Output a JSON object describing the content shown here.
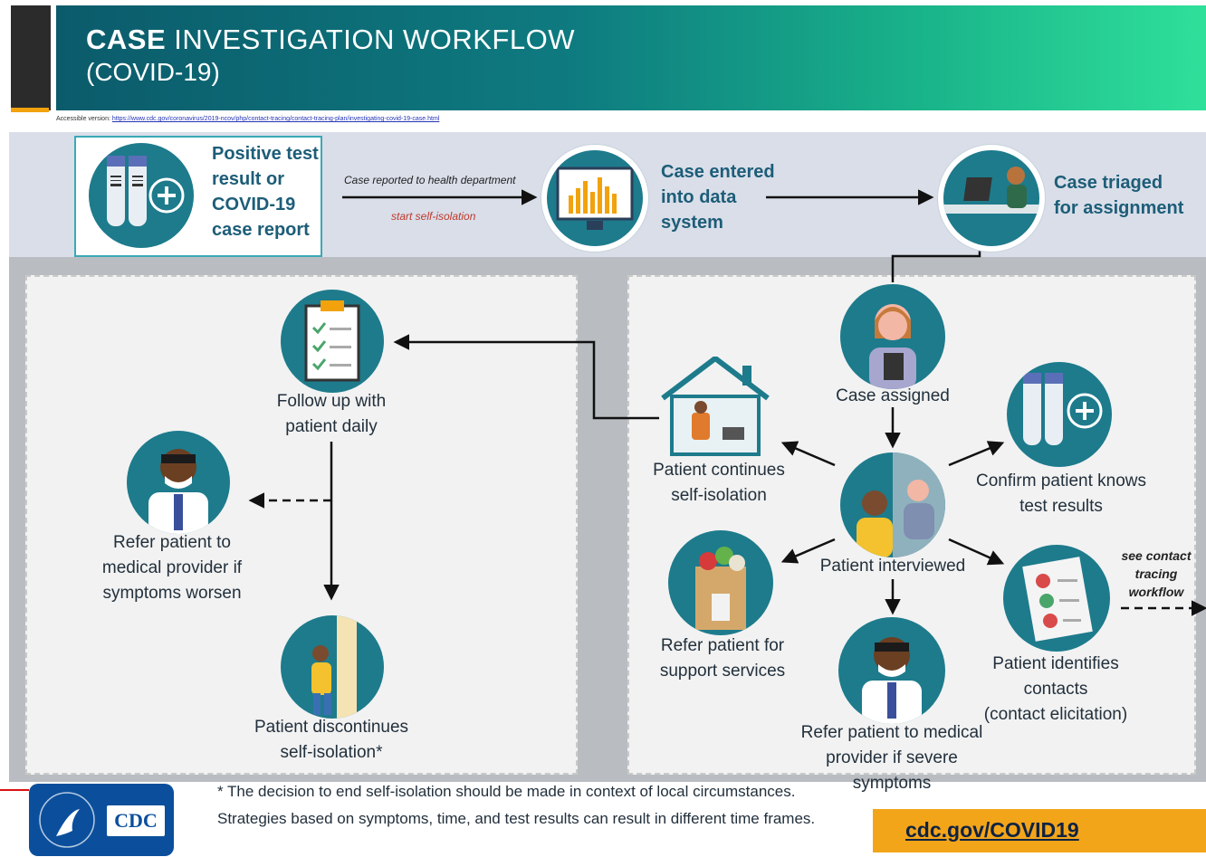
{
  "header": {
    "title_bold": "CASE",
    "title_rest": " INVESTIGATION WORKFLOW",
    "subtitle": "(COVID-19)",
    "accessible_label": "Accessible version:",
    "accessible_url": "https://www.cdc.gov/coronavirus/2019-ncov/php/contact-tracing/contact-tracing-plan/investigating-covid-19-case.html"
  },
  "top_row": {
    "start": [
      "Positive test",
      "result or",
      "COVID-19",
      "case report"
    ],
    "arrow1_top": "Case reported to health department",
    "arrow1_bottom": "start self-isolation",
    "entered": [
      "Case entered",
      "into data",
      "system"
    ],
    "triaged": [
      "Case triaged",
      "for assignment"
    ]
  },
  "nodes": {
    "follow_up": [
      "Follow up with",
      "patient daily"
    ],
    "refer_worsen": [
      "Refer patient to",
      "medical provider if",
      "symptoms worsen"
    ],
    "discontinue": [
      "Patient discontinues",
      "self-isolation*"
    ],
    "case_assigned": "Case assigned",
    "continues": [
      "Patient continues",
      "self-isolation"
    ],
    "interviewed": "Patient interviewed",
    "confirm": [
      "Confirm patient knows",
      "test results"
    ],
    "support": [
      "Refer patient for",
      "support services"
    ],
    "refer_severe": [
      "Refer patient to medical",
      "provider if severe symptoms"
    ],
    "contacts": [
      "Patient identifies contacts",
      "(contact elicitation)"
    ],
    "see_contact": [
      "see contact",
      "tracing",
      "workflow"
    ]
  },
  "footer": {
    "note_line1": "* The decision to end self-isolation should be made in context of local circumstances.",
    "note_line2": "Strategies based on symptoms, time, and test results can result in different time frames.",
    "logo_text": "CDC",
    "url": "cdc.gov/COVID19"
  },
  "colors": {
    "teal_dark": "#0b5b6b",
    "teal": "#1d7b8c",
    "green": "#2fe09a",
    "band": "#d9dee9",
    "gray": "#b9bcc0",
    "gold": "#f3a51a",
    "cdc_blue": "#0b4f9c"
  }
}
